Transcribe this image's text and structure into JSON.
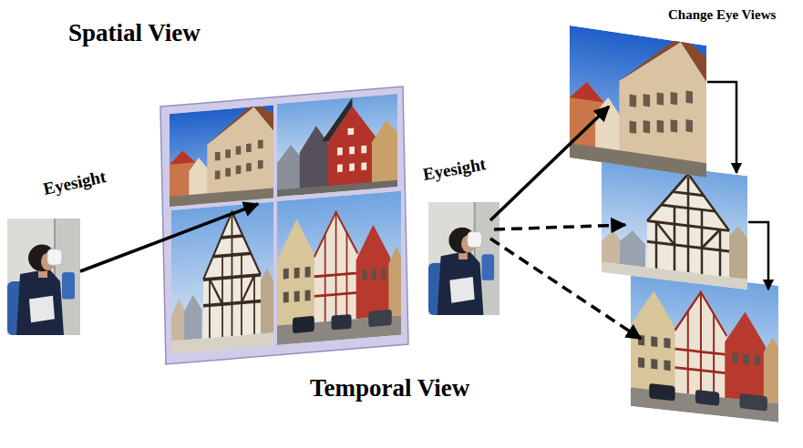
{
  "diagram": {
    "labels": [
      "Spatial View",
      "Change Eye Views",
      "Eyesight",
      "Eyesight",
      "Temporal View"
    ]
  }
}
